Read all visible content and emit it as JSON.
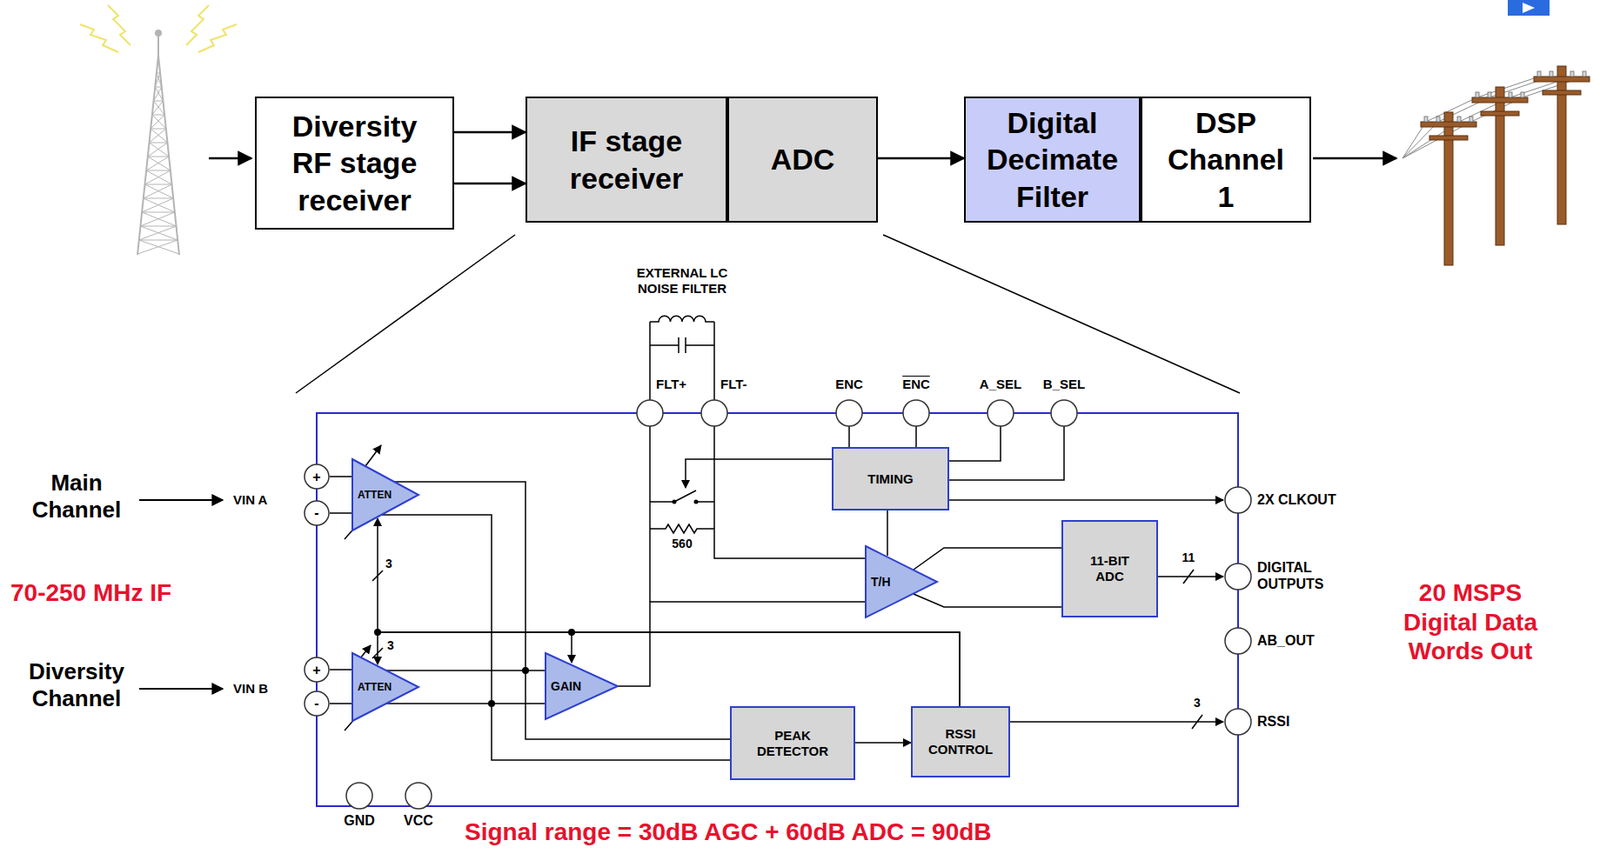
{
  "diagram": {
    "nodes": [
      {
        "text": [
          "Diversity RF stage receiver"
        ]
      },
      {
        "text": [
          "IF stage receiver"
        ]
      },
      {
        "text": [
          "ADC"
        ]
      },
      {
        "text": [
          "Digital Decimate Filter"
        ]
      },
      {
        "text": [
          "DSP Channel 1"
        ]
      },
      {
        "text": [
          "ATTEN"
        ]
      },
      {
        "text": [
          "TIMING"
        ]
      },
      {
        "text": [
          "T/H"
        ]
      },
      {
        "text": [
          "11-BIT ADC"
        ]
      },
      {
        "text": [
          "ATTEN"
        ]
      },
      {
        "text": [
          "GAIN"
        ]
      },
      {
        "text": [
          "PEAK DETECTOR"
        ]
      },
      {
        "text": [
          "RSSI CONTROL"
        ]
      }
    ],
    "edges": [
      {
        "from": 0,
        "to": 1,
        "arrow": "to"
      },
      {
        "from": 0,
        "to": 1,
        "arrow": "to"
      },
      {
        "from": 2,
        "to": 3,
        "arrow": "to"
      },
      {
        "from": 5,
        "to": 11,
        "arrow": "none"
      },
      {
        "from": 9,
        "to": 10,
        "arrow": "none"
      },
      {
        "from": 10,
        "to": 7,
        "arrow": "none"
      },
      {
        "from": 6,
        "to": 7,
        "arrow": "none"
      },
      {
        "from": 7,
        "to": 8,
        "arrow": "none"
      },
      {
        "from": 11,
        "to": 12,
        "arrow": "to"
      },
      {
        "from": 12,
        "to": 5,
        "arrow": "to"
      },
      {
        "from": 12,
        "to": 9,
        "arrow": "to"
      }
    ],
    "labels": [
      "EXTERNAL LC NOISE FILTER",
      "FLT+",
      "FLT-",
      "ENC",
      "ENC",
      "A_SEL",
      "B_SEL",
      "Main Channel",
      "VIN A",
      "+",
      "-",
      "Diversity Channel",
      "VIN B",
      "+",
      "-",
      "70-250 MHz IF",
      "3",
      "3",
      "560",
      "2X CLKOUT",
      "11",
      "DIGITAL OUTPUTS",
      "AB_OUT",
      "RSSI",
      "3",
      "20 MSPS Digital Data Words Out",
      "GND",
      "VCC",
      "Signal range = 30dB AGC + 60dB ADC = 90dB"
    ]
  }
}
